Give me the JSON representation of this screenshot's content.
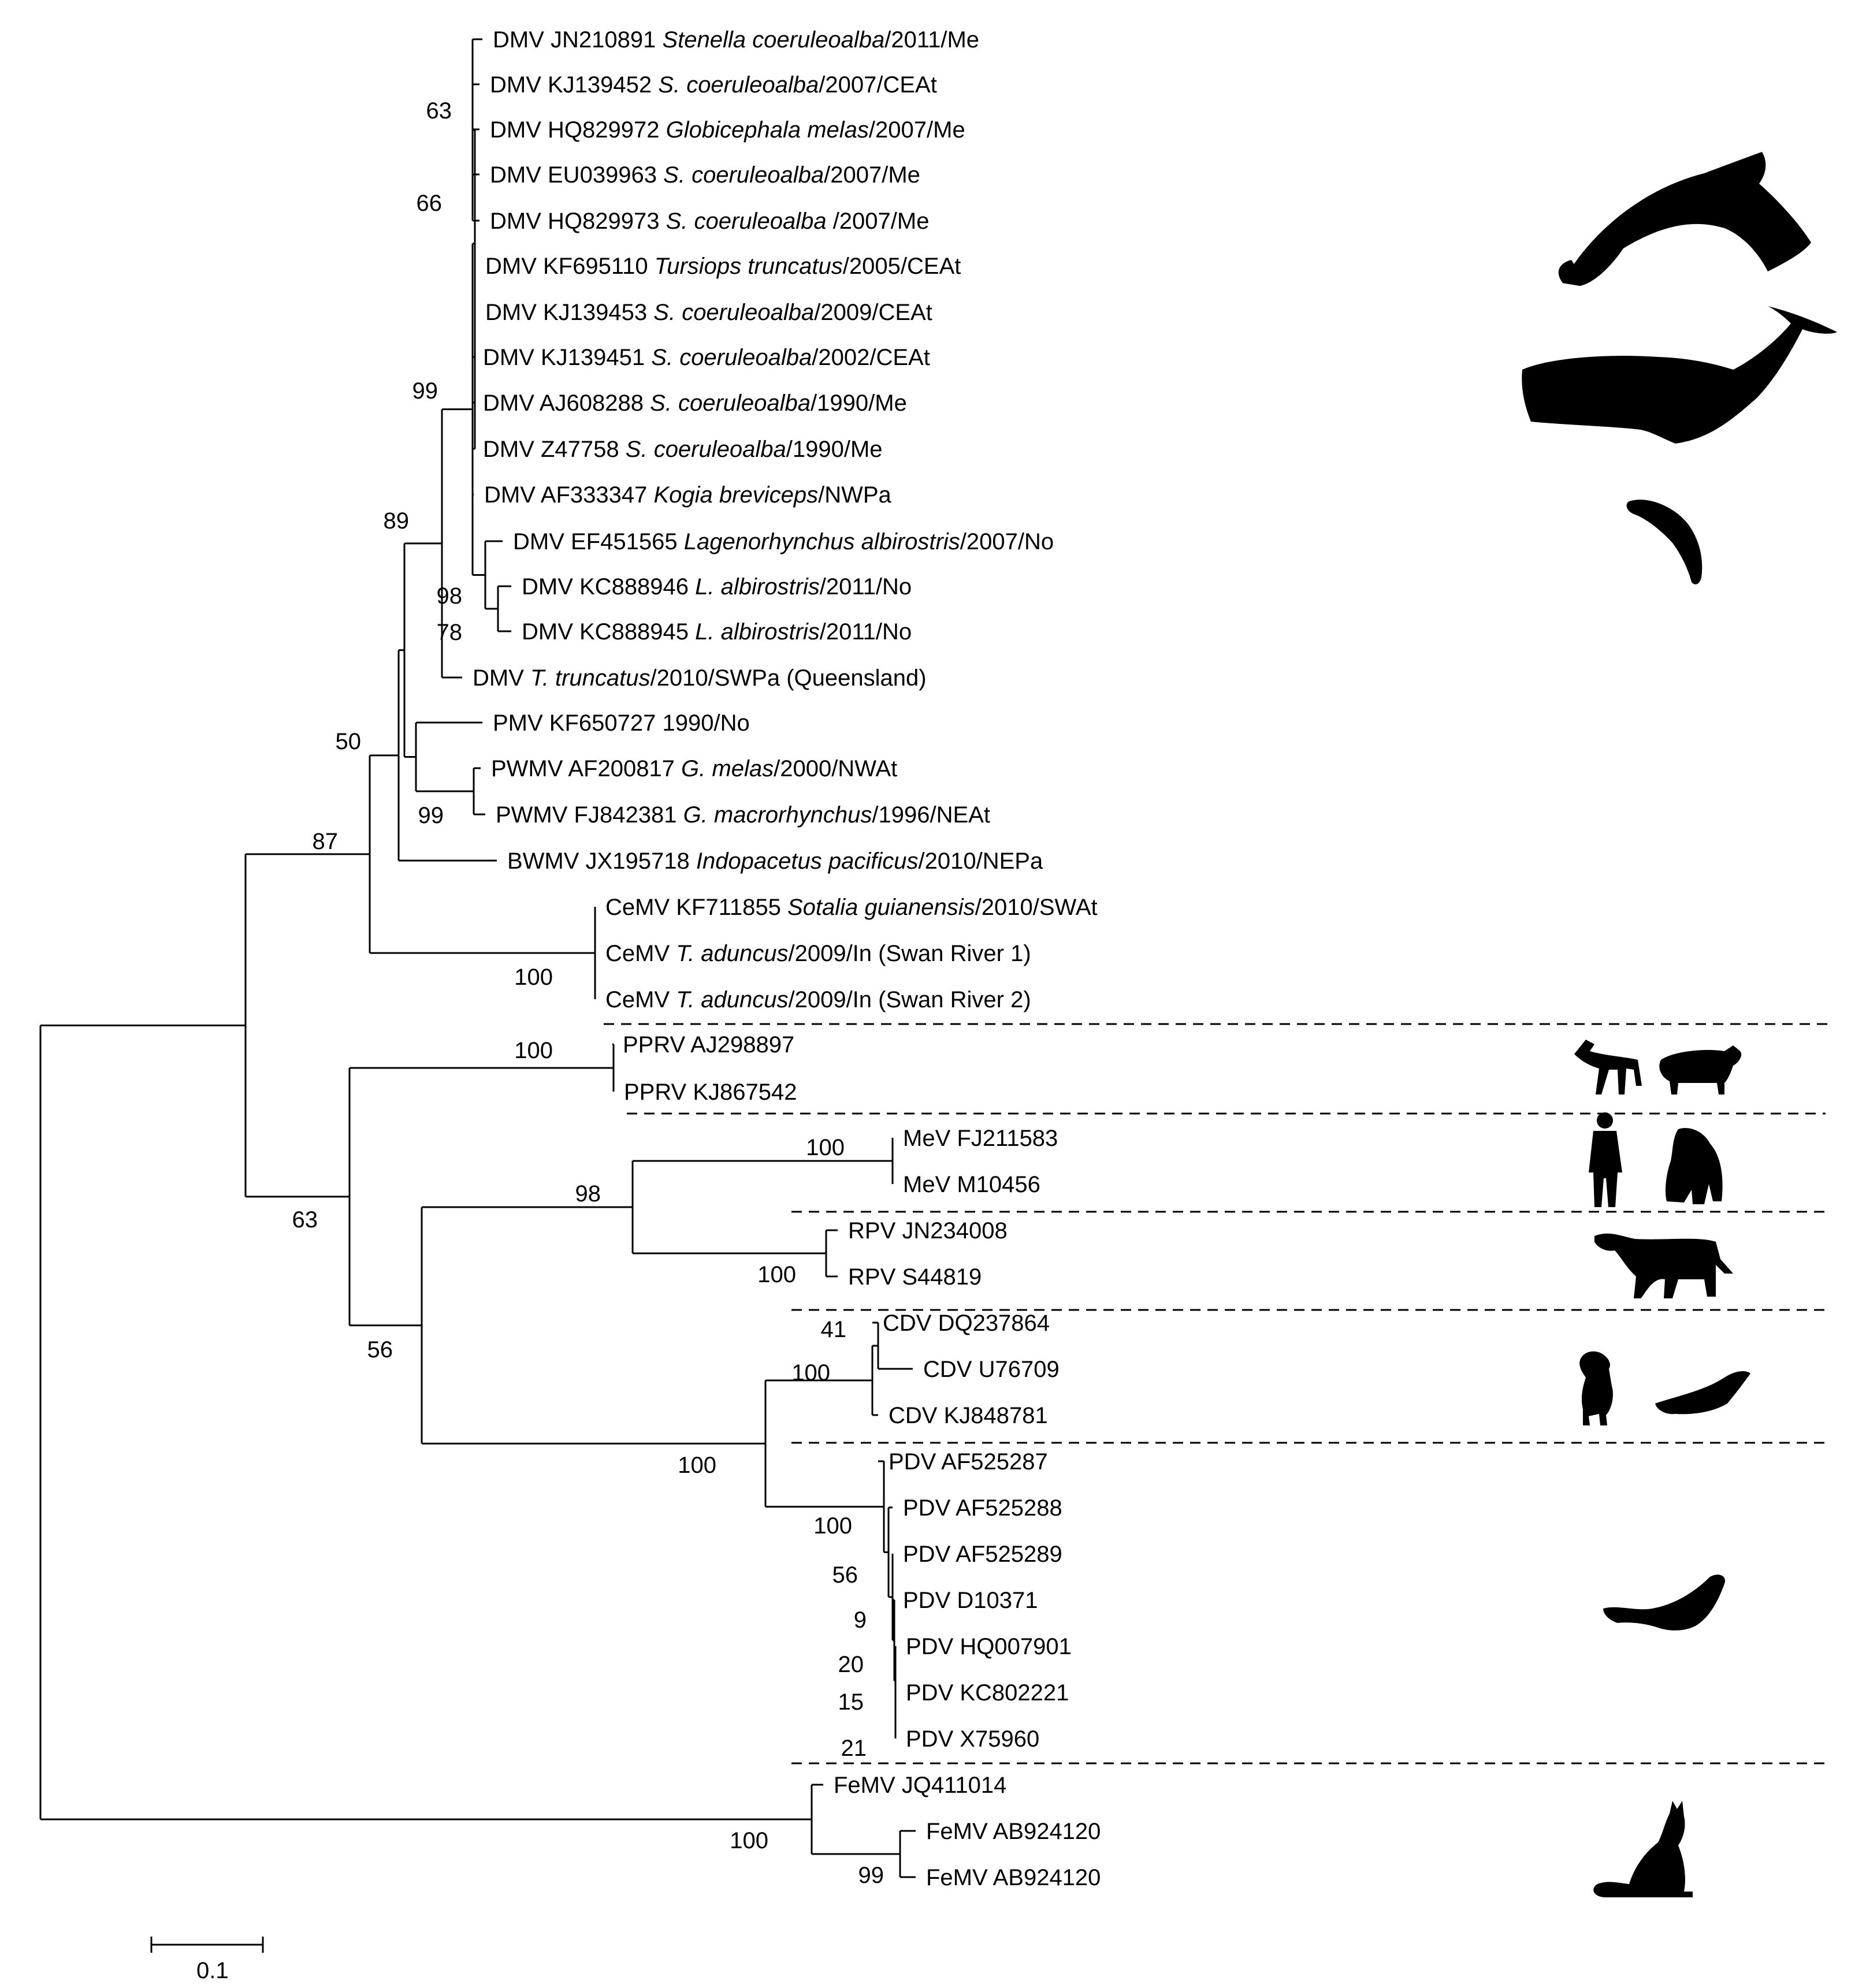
{
  "tree": {
    "taxa": [
      {
        "id": "t1",
        "parts": [
          {
            "t": "DMV JN210891 "
          },
          {
            "t": "Stenella coeruleoalba",
            "i": true
          },
          {
            "t": "/2011/Me"
          }
        ]
      },
      {
        "id": "t2",
        "parts": [
          {
            "t": "DMV KJ139452 "
          },
          {
            "t": "S. coeruleoalba",
            "i": true
          },
          {
            "t": "/2007/CEAt"
          }
        ]
      },
      {
        "id": "t3",
        "parts": [
          {
            "t": "DMV HQ829972 "
          },
          {
            "t": "Globicephala melas",
            "i": true
          },
          {
            "t": "/2007/Me"
          }
        ]
      },
      {
        "id": "t4",
        "parts": [
          {
            "t": "DMV EU039963 "
          },
          {
            "t": "S. coeruleoalba",
            "i": true
          },
          {
            "t": "/2007/Me"
          }
        ]
      },
      {
        "id": "t5",
        "parts": [
          {
            "t": "DMV HQ829973 "
          },
          {
            "t": "S. coeruleoalba ",
            "i": true
          },
          {
            "t": "/2007/Me"
          }
        ]
      },
      {
        "id": "t6",
        "parts": [
          {
            "t": "DMV KF695110 "
          },
          {
            "t": "Tursiops truncatus",
            "i": true
          },
          {
            "t": "/2005/CEAt"
          }
        ]
      },
      {
        "id": "t7",
        "parts": [
          {
            "t": "DMV KJ139453 "
          },
          {
            "t": "S. coeruleoalba",
            "i": true
          },
          {
            "t": "/2009/CEAt"
          }
        ]
      },
      {
        "id": "t8",
        "parts": [
          {
            "t": "DMV KJ139451 "
          },
          {
            "t": "S. coeruleoalba",
            "i": true
          },
          {
            "t": "/2002/CEAt"
          }
        ]
      },
      {
        "id": "t9",
        "parts": [
          {
            "t": "DMV AJ608288 "
          },
          {
            "t": "S. coeruleoalba",
            "i": true
          },
          {
            "t": "/1990/Me"
          }
        ]
      },
      {
        "id": "t10",
        "parts": [
          {
            "t": "DMV Z47758 "
          },
          {
            "t": "S. coeruleoalba",
            "i": true
          },
          {
            "t": "/1990/Me"
          }
        ]
      },
      {
        "id": "t11",
        "parts": [
          {
            "t": "DMV AF333347 "
          },
          {
            "t": "Kogia breviceps",
            "i": true
          },
          {
            "t": "/NWPa"
          }
        ]
      },
      {
        "id": "t12",
        "parts": [
          {
            "t": "DMV EF451565 "
          },
          {
            "t": "Lagenorhynchus albirostris",
            "i": true
          },
          {
            "t": "/2007/No"
          }
        ]
      },
      {
        "id": "t13",
        "parts": [
          {
            "t": "DMV KC888946 "
          },
          {
            "t": "L. albirostris",
            "i": true
          },
          {
            "t": "/2011/No"
          }
        ]
      },
      {
        "id": "t14",
        "parts": [
          {
            "t": "DMV KC888945 "
          },
          {
            "t": "L. albirostris",
            "i": true
          },
          {
            "t": "/2011/No"
          }
        ]
      },
      {
        "id": "t15",
        "parts": [
          {
            "t": "DMV "
          },
          {
            "t": "T. truncatus",
            "i": true
          },
          {
            "t": "/2010/SWPa (Queensland)"
          }
        ]
      },
      {
        "id": "t16",
        "parts": [
          {
            "t": "PMV KF650727 1990/No"
          }
        ]
      },
      {
        "id": "t17",
        "parts": [
          {
            "t": "PWMV AF200817 "
          },
          {
            "t": "G. melas",
            "i": true
          },
          {
            "t": "/2000/NWAt"
          }
        ]
      },
      {
        "id": "t18",
        "parts": [
          {
            "t": "PWMV FJ842381 "
          },
          {
            "t": "G. macrorhynchus",
            "i": true
          },
          {
            "t": "/1996/NEAt"
          }
        ]
      },
      {
        "id": "t19",
        "parts": [
          {
            "t": "BWMV JX195718 "
          },
          {
            "t": "Indopacetus pacificus",
            "i": true
          },
          {
            "t": "/2010/NEPa"
          }
        ]
      },
      {
        "id": "t20",
        "parts": [
          {
            "t": "CeMV KF711855 "
          },
          {
            "t": "Sotalia guianensis",
            "i": true
          },
          {
            "t": "/2010/SWAt"
          }
        ]
      },
      {
        "id": "t21",
        "parts": [
          {
            "t": "CeMV "
          },
          {
            "t": "T. aduncus",
            "i": true
          },
          {
            "t": "/2009/In (Swan River 1)"
          }
        ]
      },
      {
        "id": "t22",
        "parts": [
          {
            "t": "CeMV "
          },
          {
            "t": "T. aduncus",
            "i": true
          },
          {
            "t": "/2009/In (Swan River 2)"
          }
        ]
      },
      {
        "id": "t23",
        "parts": [
          {
            "t": "PPRV AJ298897"
          }
        ]
      },
      {
        "id": "t24",
        "parts": [
          {
            "t": "PPRV KJ867542"
          }
        ]
      },
      {
        "id": "t25",
        "parts": [
          {
            "t": "MeV FJ211583"
          }
        ]
      },
      {
        "id": "t26",
        "parts": [
          {
            "t": "MeV M10456"
          }
        ]
      },
      {
        "id": "t27",
        "parts": [
          {
            "t": "RPV JN234008"
          }
        ]
      },
      {
        "id": "t28",
        "parts": [
          {
            "t": "RPV S44819"
          }
        ]
      },
      {
        "id": "t29",
        "parts": [
          {
            "t": "CDV DQ237864"
          }
        ]
      },
      {
        "id": "t30",
        "parts": [
          {
            "t": "CDV U76709"
          }
        ]
      },
      {
        "id": "t31",
        "parts": [
          {
            "t": "CDV KJ848781"
          }
        ]
      },
      {
        "id": "t32",
        "parts": [
          {
            "t": "PDV AF525287"
          }
        ]
      },
      {
        "id": "t33",
        "parts": [
          {
            "t": "PDV AF525288"
          }
        ]
      },
      {
        "id": "t34",
        "parts": [
          {
            "t": "PDV AF525289"
          }
        ]
      },
      {
        "id": "t35",
        "parts": [
          {
            "t": "PDV D10371"
          }
        ]
      },
      {
        "id": "t36",
        "parts": [
          {
            "t": "PDV HQ007901"
          }
        ]
      },
      {
        "id": "t37",
        "parts": [
          {
            "t": "PDV KC802221"
          }
        ]
      },
      {
        "id": "t38",
        "parts": [
          {
            "t": "PDV X75960"
          }
        ]
      },
      {
        "id": "t39",
        "parts": [
          {
            "t": "FeMV JQ411014"
          }
        ]
      },
      {
        "id": "t40",
        "parts": [
          {
            "t": "FeMV AB924120"
          }
        ]
      },
      {
        "id": "t41",
        "parts": [
          {
            "t": "FeMV AB924120"
          }
        ]
      }
    ],
    "bootstrap": [
      "63",
      "66",
      "99",
      "89",
      "98",
      "78",
      "50",
      "99",
      "87",
      "100",
      "100",
      "63",
      "100",
      "98",
      "100",
      "56",
      "41",
      "100",
      "100",
      "100",
      "56",
      "9",
      "20",
      "15",
      "21",
      "100",
      "99"
    ]
  },
  "scale_bar": {
    "label": "0.1"
  },
  "host_silhouettes": [
    "dolphin-icon",
    "sperm-whale-icon",
    "porpoise-icon",
    "goat-icon",
    "sheep-icon",
    "human-icon",
    "gorilla-icon",
    "cow-icon",
    "dog-icon",
    "seal-icon",
    "harbor-seal-icon",
    "cat-icon"
  ]
}
